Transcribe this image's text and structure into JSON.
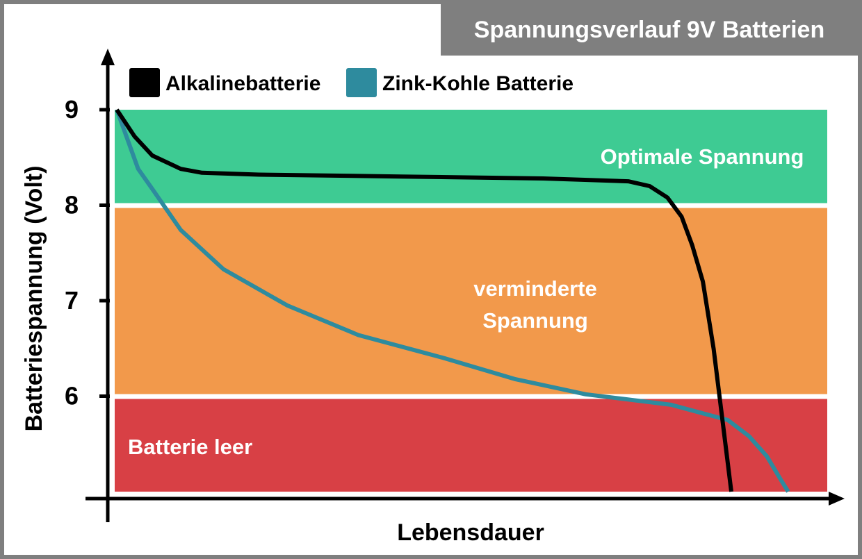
{
  "chart_data": {
    "type": "line",
    "title": "Spannungsverlauf 9V Batterien",
    "xlabel": "Lebensdauer",
    "ylabel": "Batteriespannung (Volt)",
    "ylim": [
      5,
      9
    ],
    "xlim": [
      0,
      100
    ],
    "yticks": [
      "9",
      "8",
      "7",
      "6"
    ],
    "yticks_values": [
      9,
      8,
      7,
      6
    ],
    "grid": false,
    "legend_position": "top-left",
    "zones": [
      {
        "label": "Optimale Spannung",
        "from": 8,
        "to": 9,
        "color": "#3ecb93"
      },
      {
        "label": "verminderte Spannung",
        "label_lines": [
          "verminderte",
          "Spannung"
        ],
        "from": 6,
        "to": 8,
        "color": "#f2994b"
      },
      {
        "label": "Batterie leer",
        "from": 5,
        "to": 6,
        "color": "#d84045"
      }
    ],
    "series": [
      {
        "name": "Alkalinebatterie",
        "color": "#000000",
        "x": [
          0,
          2.5,
          5,
          9,
          12,
          20,
          40,
          60,
          72,
          75,
          77.5,
          79.5,
          81,
          82.5,
          84,
          86.5
        ],
        "y": [
          9,
          8.72,
          8.52,
          8.38,
          8.34,
          8.32,
          8.3,
          8.28,
          8.25,
          8.2,
          8.08,
          7.88,
          7.58,
          7.2,
          6.5,
          5.0
        ]
      },
      {
        "name": "Zink-Kohle Batterie",
        "color": "#2e8b9e",
        "x": [
          0,
          3,
          5,
          9,
          15,
          24,
          34,
          46,
          56,
          66,
          78,
          86,
          89,
          91.5,
          93.5,
          94.5
        ],
        "y": [
          9,
          8.38,
          8.17,
          7.74,
          7.33,
          6.95,
          6.64,
          6.4,
          6.18,
          6.02,
          5.91,
          5.75,
          5.58,
          5.37,
          5.12,
          5.0
        ]
      }
    ]
  }
}
